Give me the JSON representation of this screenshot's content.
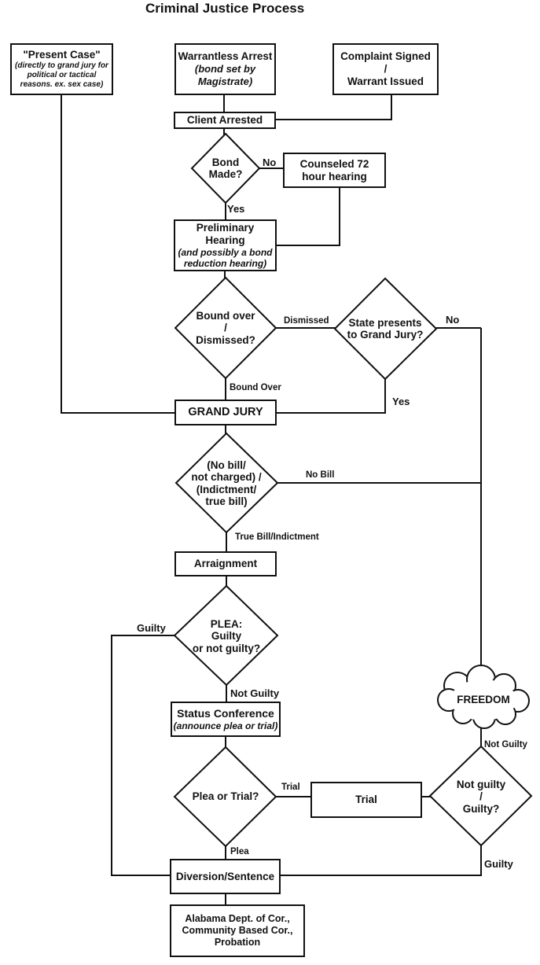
{
  "title": "Criminal Justice Process",
  "nodes": {
    "present_case": {
      "title": "\"Present Case\"",
      "note": "(directly to grand jury for\npolitical or tactical\nreasons. ex. sex case)"
    },
    "warrantless_arrest": {
      "title": "Warrantless Arrest",
      "note": "(bond set by\nMagistrate)"
    },
    "complaint": {
      "title": "Complaint Signed\n/\nWarrant Issued"
    },
    "client_arrested": {
      "title": "Client Arrested"
    },
    "bond_made": {
      "title": "Bond\nMade?"
    },
    "counseled": {
      "title": "Counseled 72\nhour hearing"
    },
    "preliminary": {
      "title": "Preliminary\nHearing",
      "note": "(and possibly a bond\nreduction hearing)"
    },
    "bound_over_q": {
      "title": "Bound over\n/\nDismissed?"
    },
    "state_presents": {
      "title": "State presents\nto Grand Jury?"
    },
    "grand_jury": {
      "title": "GRAND JURY"
    },
    "bill_q": {
      "title": "(No bill/\nnot charged) /\n(Indictment/\ntrue bill)"
    },
    "arraignment": {
      "title": "Arraignment"
    },
    "plea_q": {
      "title": "PLEA:\nGuilty\nor not guilty?"
    },
    "status_conference": {
      "title": "Status Conference",
      "note": "(announce plea or trial)"
    },
    "plea_or_trial": {
      "title": "Plea or Trial?"
    },
    "trial": {
      "title": "Trial"
    },
    "verdict_q": {
      "title": "Not guilty\n/\nGuilty?"
    },
    "freedom": {
      "title": "FREEDOM"
    },
    "diversion": {
      "title": "Diversion/Sentence"
    },
    "alabama": {
      "title": "Alabama Dept. of Cor.,\nCommunity Based Cor.,\nProbation"
    }
  },
  "edge_labels": {
    "bond_no": "No",
    "bond_yes": "Yes",
    "dismissed": "Dismissed",
    "state_no": "No",
    "bound_over": "Bound Over",
    "state_yes": "Yes",
    "no_bill": "No Bill",
    "true_bill": "True Bill/Indictment",
    "plea_guilty": "Guilty",
    "plea_not_guilty": "Not Guilty",
    "trial": "Trial",
    "plea": "Plea",
    "verdict_not_guilty": "Not Guilty",
    "verdict_guilty": "Guilty"
  },
  "colors": {
    "ink": "#111111",
    "background": "#ffffff"
  }
}
